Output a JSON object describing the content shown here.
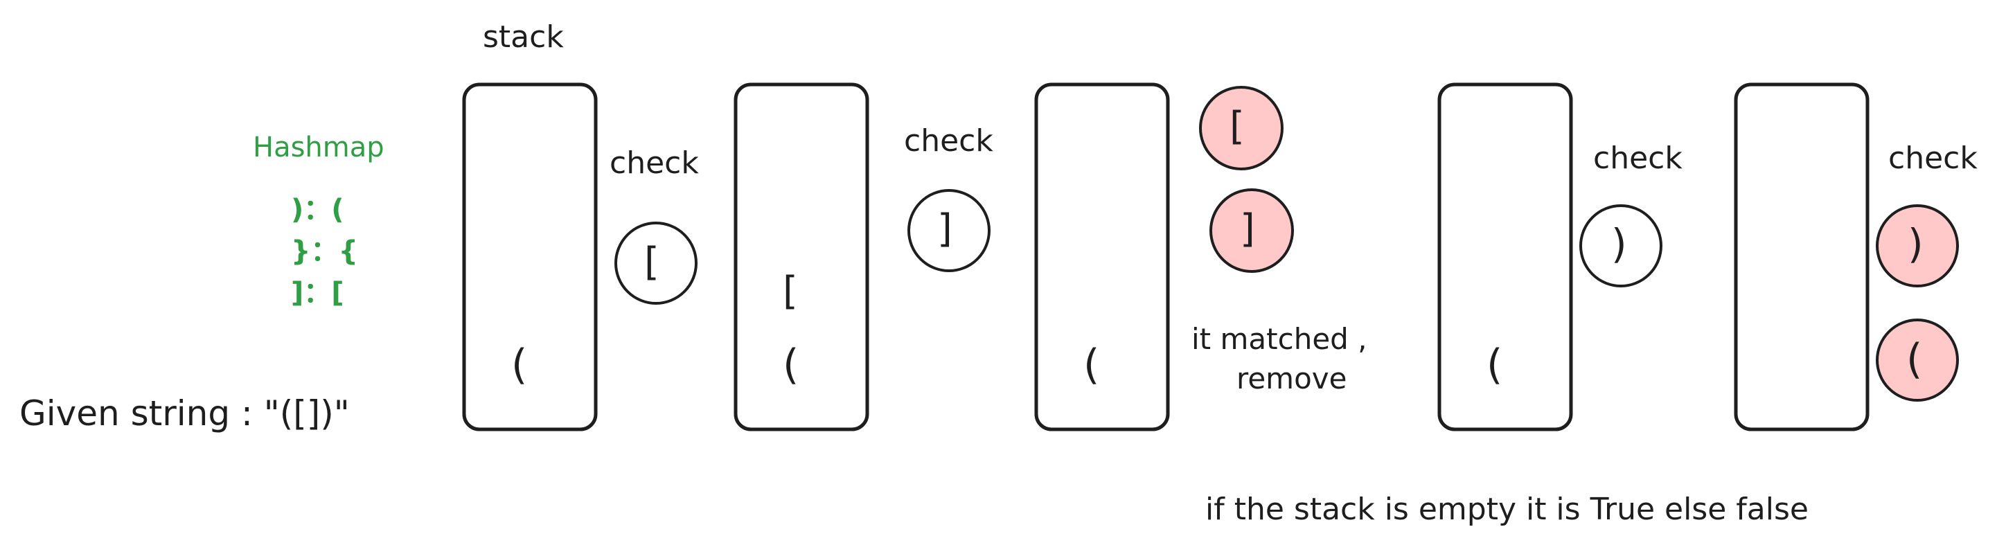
{
  "given": "Given string : \"([])\"",
  "hashmap": {
    "title": "Hashmap",
    "entries": [
      ")：(",
      "}：{",
      "]：["
    ]
  },
  "stack_label": "stack",
  "check_label": "check",
  "matched_note": [
    "it matched ,",
    "remove"
  ],
  "conclusion": "if the stack is empty it is True else false",
  "symbols": {
    "open_paren": "(",
    "open_bracket": "[",
    "close_bracket": "]",
    "close_paren": ")"
  },
  "colors": {
    "stroke": "#1e1e1e",
    "hashmap_text": "#2f9e44",
    "highlight_fill": "#ffc9c9",
    "neutral_fill": "#ffffff"
  }
}
